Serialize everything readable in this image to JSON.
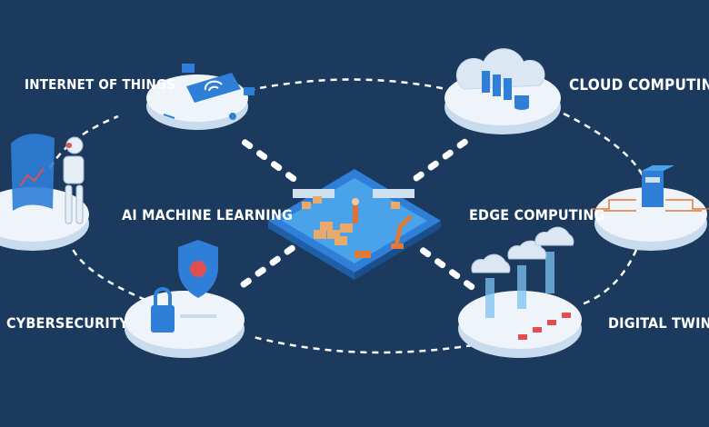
{
  "labels": {
    "iot": "INTERNET OF THINGS",
    "cloud": "CLOUD COMPUTING",
    "ai": "AI MACHINE LEARNING",
    "edge": "EDGE COMPUTING",
    "cyber": "CYBERSECURITY",
    "twin": "DIGITAL TWIN"
  },
  "colors": {
    "background": "#1b3a5e",
    "platform_top": "#eef4fa",
    "platform_side": "#c9dcee",
    "accent_blue": "#2f7fd8",
    "hub_blue": "#4aa3e8",
    "box_orange": "#e9a96a",
    "robot_orange": "#e07a3a"
  }
}
